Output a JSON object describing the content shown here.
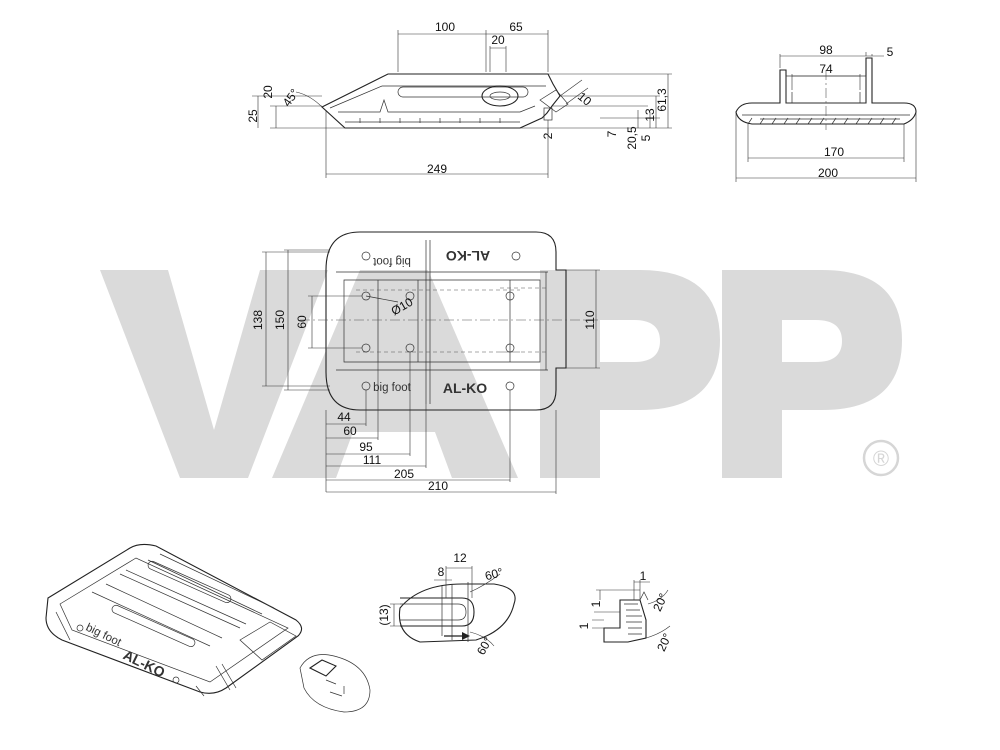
{
  "watermark": {
    "text": "VAPP",
    "registered_mark": "®",
    "color": "#d9d9d9"
  },
  "side_view": {
    "dims": [
      "100",
      "65",
      "20",
      "20",
      "45°",
      "25",
      "10",
      "61,3",
      "13",
      "7",
      "20,5",
      "5",
      "2",
      "249"
    ]
  },
  "end_view": {
    "dims": [
      "98",
      "5",
      "74",
      "170",
      "200"
    ]
  },
  "top_view": {
    "labels": {
      "brand_top": "AL-KO",
      "brand_bottom": "AL-KO",
      "model_top": "big foot",
      "model_bottom": "big foot",
      "hole": "Ø10"
    },
    "dims": [
      "138",
      "150",
      "60",
      "110",
      "44",
      "60",
      "95",
      "111",
      "205",
      "210"
    ]
  },
  "iso_view": {
    "labels": {
      "model": "big foot",
      "brand": "AL-KO"
    }
  },
  "slot_detail": {
    "dims": [
      "12",
      "8",
      "60°",
      "(13)",
      "60°"
    ]
  },
  "profile_detail": {
    "dims": [
      "1",
      "1",
      "20°",
      "1",
      "20°"
    ]
  }
}
